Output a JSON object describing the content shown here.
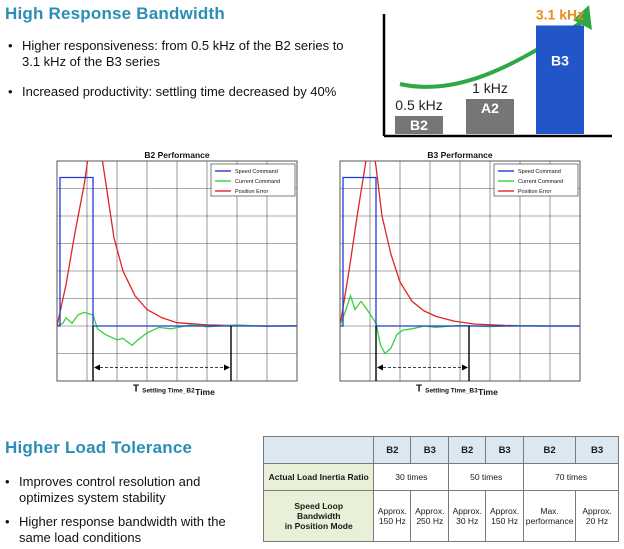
{
  "section1": {
    "title": "High Response Bandwidth",
    "bullets": [
      "Higher responsiveness: from 0.5 kHz of the B2 series to 3.1 kHz of the B3 series",
      "Increased productivity: settling time decreased by 40%"
    ],
    "bullet1_line1": "Higher responsiveness: from 0.5 kHz of the B2 series to",
    "bullet1_line2": "3.1 kHz of the B3 series"
  },
  "colors": {
    "title": "#2a8fb6",
    "bar_grey": "#767676",
    "bar_blue": "#2255c8",
    "arrow_green": "#2ea844",
    "highlight_orange": "#ea8c1c",
    "speed_command": "#1f3cd8",
    "current_command": "#36d23a",
    "position_error": "#e02424"
  },
  "chart_data": [
    {
      "type": "bar",
      "categories": [
        "B2",
        "A2",
        "B3"
      ],
      "values": [
        0.5,
        1,
        3.1
      ],
      "value_labels": [
        "0.5 kHz",
        "1 kHz",
        "3.1 kHz"
      ],
      "unit": "kHz"
    },
    {
      "type": "line",
      "title": "B2 Performance",
      "xlabel": "Time",
      "ylabel": "",
      "xlim": [
        0,
        8
      ],
      "ylim": [
        0,
        8
      ],
      "grid": true,
      "legend": "top-right",
      "annotation": {
        "symbol": "T",
        "subscript": "Settling Time_B2",
        "from": 1.2,
        "to": 5.8
      },
      "series": [
        {
          "name": "Speed Command",
          "color": "#1f3cd8",
          "x": [
            0,
            0.1,
            0.1,
            1.2,
            1.2,
            8
          ],
          "y": [
            2,
            2,
            7.4,
            7.4,
            2,
            2
          ]
        },
        {
          "name": "Current Command",
          "color": "#36d23a",
          "x": [
            0,
            0.2,
            0.3,
            0.5,
            0.7,
            0.9,
            1.2,
            1.35,
            1.6,
            2.0,
            2.2,
            2.5,
            2.7,
            3.0,
            3.4,
            3.8,
            4.5,
            5.0,
            6.0,
            7.0,
            8.0
          ],
          "y": [
            2,
            2.1,
            2.3,
            2.1,
            2.4,
            2.5,
            2.4,
            1.9,
            1.7,
            1.5,
            1.55,
            1.3,
            1.5,
            1.75,
            1.95,
            1.9,
            2.05,
            1.97,
            2.04,
            1.99,
            2.01
          ]
        },
        {
          "name": "Position Error",
          "color": "#e02424",
          "x": [
            0,
            0.3,
            0.6,
            0.9,
            1.1,
            1.3,
            1.6,
            1.9,
            2.2,
            2.6,
            3.0,
            3.5,
            4.0,
            5.0,
            6.0,
            7.0,
            8.0
          ],
          "y": [
            2,
            3.5,
            5.4,
            7.1,
            8.6,
            9.5,
            7.4,
            5.2,
            4.0,
            3.1,
            2.6,
            2.3,
            2.12,
            2.04,
            2.01,
            2.0,
            2.0
          ]
        }
      ]
    },
    {
      "type": "line",
      "title": "B3 Performance",
      "xlabel": "Time",
      "ylabel": "",
      "xlim": [
        0,
        8
      ],
      "ylim": [
        0,
        8
      ],
      "grid": true,
      "legend": "top-right",
      "annotation": {
        "symbol": "T",
        "subscript": "Settling Time_B3",
        "from": 1.2,
        "to": 4.3
      },
      "series": [
        {
          "name": "Speed Command",
          "color": "#1f3cd8",
          "x": [
            0,
            0.1,
            0.1,
            1.2,
            1.2,
            8
          ],
          "y": [
            2,
            2,
            7.4,
            7.4,
            2,
            2
          ]
        },
        {
          "name": "Current Command",
          "color": "#36d23a",
          "x": [
            0,
            0.2,
            0.35,
            0.5,
            0.7,
            0.9,
            1.2,
            1.35,
            1.5,
            1.7,
            1.9,
            2.1,
            2.4,
            2.8,
            3.2,
            4.0,
            5.0,
            6.0,
            7.0,
            8.0
          ],
          "y": [
            2,
            2.6,
            3.1,
            2.6,
            2.9,
            2.6,
            2.1,
            1.3,
            1.0,
            1.2,
            1.7,
            1.85,
            1.9,
            2.0,
            1.95,
            2.02,
            1.98,
            2.01,
            2.0,
            2.0
          ]
        },
        {
          "name": "Position Error",
          "color": "#e02424",
          "x": [
            0,
            0.3,
            0.6,
            0.85,
            1.0,
            1.2,
            1.4,
            1.7,
            2.0,
            2.4,
            2.8,
            3.2,
            3.8,
            4.5,
            5.5,
            6.5,
            8.0
          ],
          "y": [
            2,
            4.0,
            6.2,
            7.9,
            9.2,
            7.8,
            6.0,
            4.6,
            3.6,
            2.9,
            2.55,
            2.35,
            2.18,
            2.07,
            2.02,
            2.0,
            2.0
          ]
        }
      ]
    }
  ],
  "section2": {
    "title": "Higher Load Tolerance",
    "bullets": [
      "Improves control resolution and optimizes system stability",
      "Higher response bandwidth with the same load conditions"
    ],
    "bullet1_line1": "Improves control resolution and",
    "bullet1_line2": "optimizes system stability",
    "bullet2_line1": "Higher response bandwidth with the",
    "bullet2_line2": "same load conditions"
  },
  "table": {
    "headers": [
      "B2",
      "B3",
      "B2",
      "B3",
      "B2",
      "B3"
    ],
    "row1_label": "Actual Load Inertia Ratio",
    "row1_values": [
      "30 times",
      "50 times",
      "70 times"
    ],
    "row2_label_lines": [
      "Speed Loop",
      "Bandwidth",
      "in Position Mode"
    ],
    "row2_values": [
      [
        "Approx.",
        "150 Hz"
      ],
      [
        "Approx.",
        "250 Hz"
      ],
      [
        "Approx.",
        "30 Hz"
      ],
      [
        "Approx.",
        "150 Hz"
      ],
      [
        "Max.",
        "performance"
      ],
      [
        "Approx.",
        "20 Hz"
      ]
    ]
  }
}
